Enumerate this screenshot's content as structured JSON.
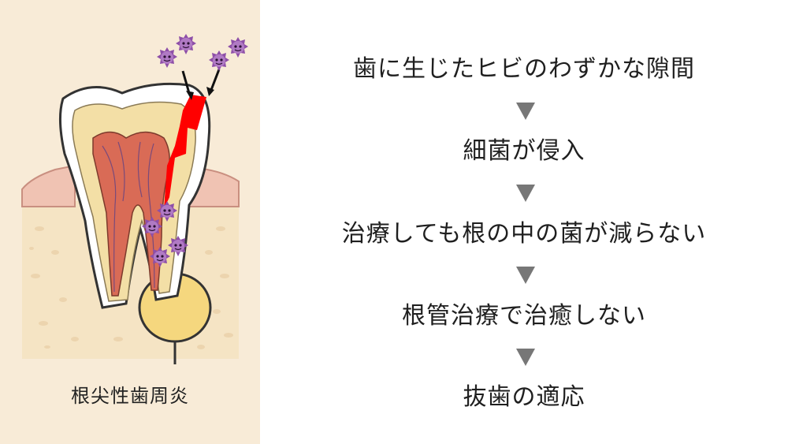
{
  "diagram": {
    "caption": "根尖性歯周炎",
    "steps": [
      "歯に生じたヒビのわずかな隙間",
      "細菌が侵入",
      "治療しても根の中の菌が減らない",
      "根管治療で治癒しない",
      "抜歯の適応"
    ],
    "arrow_icon": "down-triangle-icon"
  },
  "colors": {
    "panel_background": "#f8ebd7",
    "gum": "#f0c3b3",
    "enamel": "#ffffff",
    "dentin": "#f3dfa6",
    "pulp": "#d96b56",
    "crack": "#ff0000",
    "bacteria": "#8e4fa8",
    "lesion": "#f5d77e",
    "arrow": "#777777"
  }
}
